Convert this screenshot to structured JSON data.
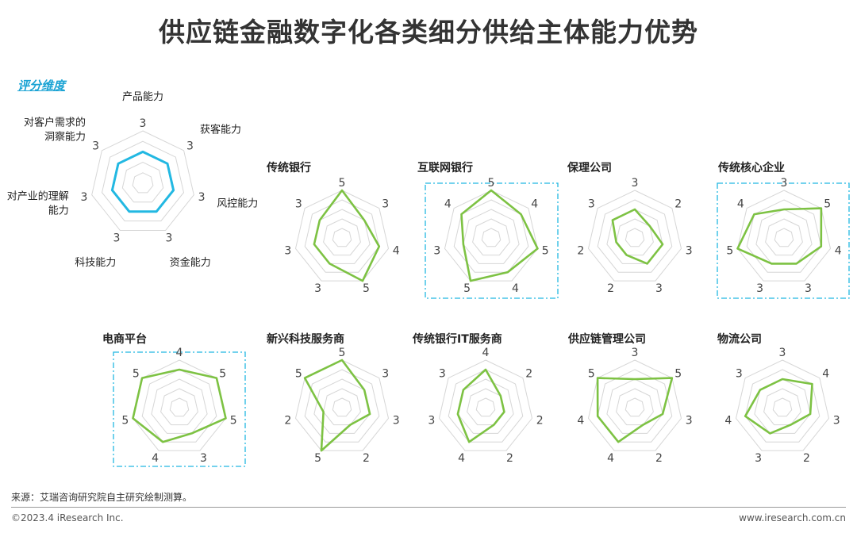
{
  "title": "供应链金融数字化各类细分供给主体能力优势",
  "legend_title": "评分维度",
  "footer": {
    "source": "来源：艾瑞咨询研究院自主研究绘制测算。",
    "copyright": "©2023.4 iResearch Inc.",
    "website": "www.iresearch.com.cn"
  },
  "colors": {
    "legend_line": "#22b8e2",
    "series_line": "#7dc243",
    "grid": "#d6d6d6",
    "highlight_border": "#22b8e2"
  },
  "chart_data": [
    {
      "type": "radar",
      "title": "",
      "legend": true,
      "dimensions": [
        "产品能力",
        "获客能力",
        "风控能力",
        "资金能力",
        "科技能力",
        "对产业的理解能力",
        "对客户需求的洞察能力"
      ],
      "dimension_labels": [
        [
          "产品能力"
        ],
        [
          "获客能力"
        ],
        [
          "风控能力"
        ],
        [
          "资金能力"
        ],
        [
          "科技能力"
        ],
        [
          "对产业的理解",
          "能力"
        ],
        [
          "对客户需求的",
          "洞察能力"
        ]
      ],
      "max": 5,
      "values": [
        3,
        3,
        3,
        3,
        3,
        3,
        3
      ]
    },
    {
      "type": "radar",
      "title": "传统银行",
      "highlight": false,
      "max": 5,
      "values": [
        5,
        3,
        4,
        5,
        3,
        3,
        3
      ]
    },
    {
      "type": "radar",
      "title": "互联网银行",
      "highlight": true,
      "max": 5,
      "values": [
        5,
        4,
        5,
        4,
        5,
        3,
        4
      ]
    },
    {
      "type": "radar",
      "title": "保理公司",
      "highlight": false,
      "max": 5,
      "values": [
        3,
        2,
        3,
        3,
        2,
        2,
        3
      ]
    },
    {
      "type": "radar",
      "title": "传统核心企业",
      "highlight": true,
      "max": 5,
      "values": [
        3,
        5,
        4,
        3,
        3,
        5,
        4
      ]
    },
    {
      "type": "radar",
      "title": "电商平台",
      "highlight": true,
      "max": 5,
      "values": [
        4,
        5,
        5,
        3,
        4,
        5,
        5
      ]
    },
    {
      "type": "radar",
      "title": "新兴科技服务商",
      "highlight": false,
      "max": 5,
      "values": [
        5,
        3,
        3,
        2,
        5,
        2,
        5
      ]
    },
    {
      "type": "radar",
      "title": "传统银行IT服务商",
      "highlight": false,
      "max": 5,
      "values": [
        4,
        2,
        2,
        2,
        4,
        3,
        3
      ]
    },
    {
      "type": "radar",
      "title": "供应链管理公司",
      "highlight": false,
      "max": 5,
      "values": [
        3,
        5,
        3,
        2,
        4,
        4,
        5
      ]
    },
    {
      "type": "radar",
      "title": "物流公司",
      "highlight": false,
      "max": 5,
      "values": [
        3,
        4,
        3,
        2,
        3,
        4,
        3
      ]
    }
  ]
}
